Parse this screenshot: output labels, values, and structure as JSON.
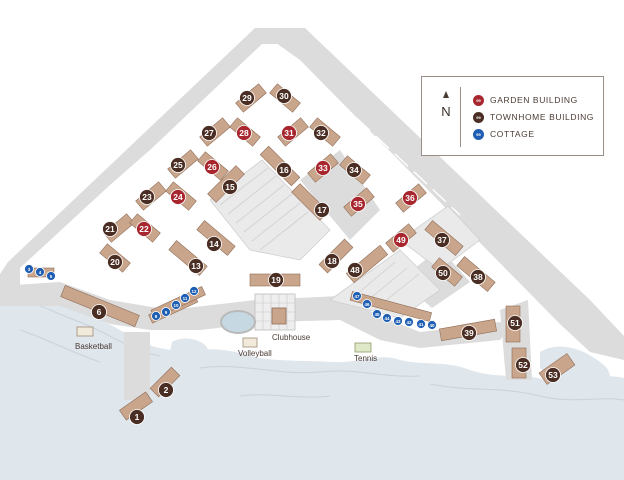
{
  "legend": {
    "north_label": "N",
    "items": [
      {
        "label": "GARDEN BUILDING",
        "number": "99",
        "color": "#a8272f"
      },
      {
        "label": "TOWNHOME BUILDING",
        "number": "99",
        "color": "#4a2e23"
      },
      {
        "label": "COTTAGE",
        "number": "99",
        "color": "#1f5fb3"
      }
    ]
  },
  "amenities": {
    "basketball": "Basketball",
    "volleyball": "Volleyball",
    "clubhouse": "Clubhouse",
    "tennis": "Tennis"
  },
  "buildings": [
    {
      "number": "1",
      "type": "townhome"
    },
    {
      "number": "2",
      "type": "townhome"
    },
    {
      "number": "3",
      "type": "cottage"
    },
    {
      "number": "4",
      "type": "cottage"
    },
    {
      "number": "5",
      "type": "cottage"
    },
    {
      "number": "6",
      "type": "townhome"
    },
    {
      "number": "8",
      "type": "cottage"
    },
    {
      "number": "9",
      "type": "cottage"
    },
    {
      "number": "10",
      "type": "cottage"
    },
    {
      "number": "11",
      "type": "cottage"
    },
    {
      "number": "12",
      "type": "cottage"
    },
    {
      "number": "13",
      "type": "townhome"
    },
    {
      "number": "14",
      "type": "townhome"
    },
    {
      "number": "15",
      "type": "townhome"
    },
    {
      "number": "16",
      "type": "townhome"
    },
    {
      "number": "17",
      "type": "townhome"
    },
    {
      "number": "18",
      "type": "townhome"
    },
    {
      "number": "19",
      "type": "townhome"
    },
    {
      "number": "20",
      "type": "townhome"
    },
    {
      "number": "21",
      "type": "townhome"
    },
    {
      "number": "22",
      "type": "garden"
    },
    {
      "number": "23",
      "type": "townhome"
    },
    {
      "number": "24",
      "type": "garden"
    },
    {
      "number": "25",
      "type": "townhome"
    },
    {
      "number": "26",
      "type": "garden"
    },
    {
      "number": "27",
      "type": "townhome"
    },
    {
      "number": "28",
      "type": "garden"
    },
    {
      "number": "29",
      "type": "townhome"
    },
    {
      "number": "30",
      "type": "townhome"
    },
    {
      "number": "31",
      "type": "garden"
    },
    {
      "number": "32",
      "type": "townhome"
    },
    {
      "number": "33",
      "type": "garden"
    },
    {
      "number": "34",
      "type": "townhome"
    },
    {
      "number": "35",
      "type": "garden"
    },
    {
      "number": "36",
      "type": "garden"
    },
    {
      "number": "37",
      "type": "townhome"
    },
    {
      "number": "38",
      "type": "townhome"
    },
    {
      "number": "39",
      "type": "townhome"
    },
    {
      "number": "40",
      "type": "cottage"
    },
    {
      "number": "41",
      "type": "cottage"
    },
    {
      "number": "42",
      "type": "cottage"
    },
    {
      "number": "43",
      "type": "cottage"
    },
    {
      "number": "44",
      "type": "cottage"
    },
    {
      "number": "45",
      "type": "cottage"
    },
    {
      "number": "46",
      "type": "cottage"
    },
    {
      "number": "47",
      "type": "cottage"
    },
    {
      "number": "48",
      "type": "townhome"
    },
    {
      "number": "49",
      "type": "garden"
    },
    {
      "number": "50",
      "type": "townhome"
    },
    {
      "number": "51",
      "type": "townhome"
    },
    {
      "number": "52",
      "type": "townhome"
    },
    {
      "number": "53",
      "type": "townhome"
    }
  ]
}
